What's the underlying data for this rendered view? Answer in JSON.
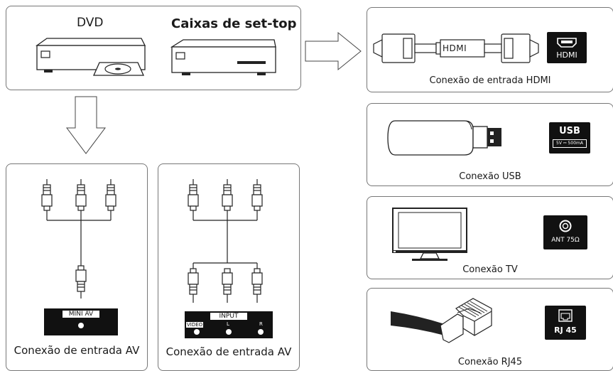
{
  "top": {
    "dvd_label": "DVD",
    "settop_label": "Caixas de set-top"
  },
  "hdmi": {
    "cable_label": "HDMI",
    "port_label": "HDMI",
    "caption": "Conexão de entrada HDMI"
  },
  "usb": {
    "port_title": "USB",
    "port_rating": "5V ⎓ 500mA",
    "caption": "Conexão USB"
  },
  "tv": {
    "port_label": "ANT 75Ω",
    "caption": "Conexão TV"
  },
  "rj45": {
    "port_label": "RJ 45",
    "caption": "Conexão RJ45"
  },
  "av_mini": {
    "panel_label": "MINI AV",
    "caption": "Conexão de entrada AV"
  },
  "av_input": {
    "panel_title": "INPUT",
    "jack_video": "VIDEO",
    "jack_l": "L",
    "jack_r": "R",
    "caption": "Conexão de entrada AV"
  },
  "colors": {
    "stroke": "#222222",
    "port_fill": "#111111",
    "border": "#777777"
  }
}
